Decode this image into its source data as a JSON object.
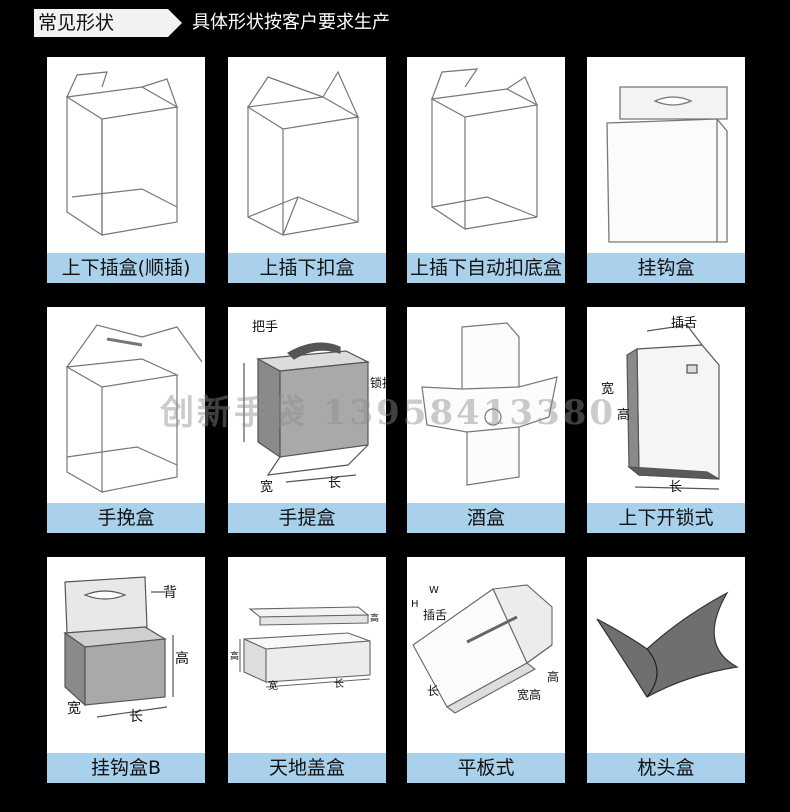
{
  "header": {
    "tag": "常见形状",
    "subtitle": "具体形状按客户要求生产"
  },
  "watermark": "创新手袋 13958413380",
  "cards": [
    {
      "label": "上下插盒(顺插)",
      "annotations": []
    },
    {
      "label": "上插下扣盒",
      "annotations": []
    },
    {
      "label": "上插下自动扣底盒",
      "annotations": []
    },
    {
      "label": "挂钩盒",
      "annotations": []
    },
    {
      "label": "手挽盒",
      "annotations": []
    },
    {
      "label": "手提盒",
      "annotations": [
        "把手",
        "锁扣",
        "宽",
        "长"
      ]
    },
    {
      "label": "酒盒",
      "annotations": []
    },
    {
      "label": "上下开锁式",
      "annotations": [
        "插舌",
        "宽",
        "高",
        "长"
      ]
    },
    {
      "label": "挂钩盒B",
      "annotations": [
        "背",
        "高",
        "宽",
        "长"
      ]
    },
    {
      "label": "天地盖盒",
      "annotations": [
        "高",
        "高",
        "宽",
        "长"
      ]
    },
    {
      "label": "平板式",
      "annotations": [
        "W",
        "H",
        "插舌",
        "长",
        "宽高",
        "高"
      ]
    },
    {
      "label": "枕头盒",
      "annotations": []
    }
  ]
}
